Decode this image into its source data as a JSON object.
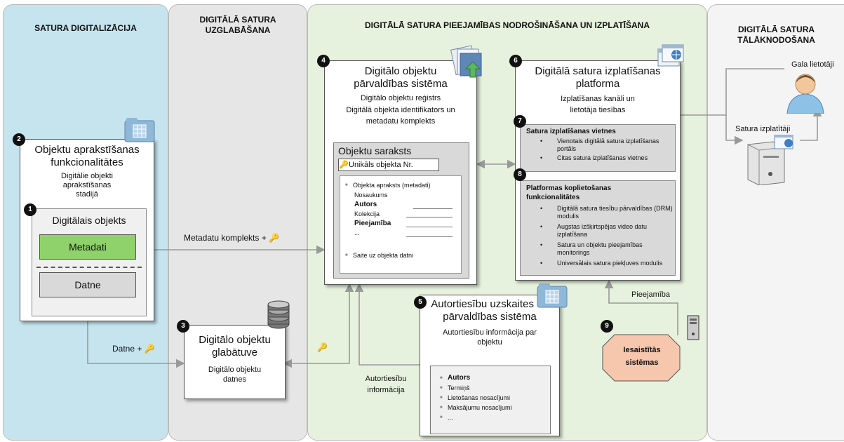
{
  "lanes": {
    "digitization": "SATURA DIGITALIZĀCIJA",
    "storage": "DIGITĀLĀ SATURA UZGLABĀŠANA",
    "access": "DIGITĀLĀ SATURA PIEEJAMĪBAS NODROŠINĀŠANA UN IZPLATĪŠANA",
    "reuse": "DIGITĀLĀ SATURA TĀLĀKNODOŠANA"
  },
  "colors": {
    "lane1": "#c5e4ee",
    "lane2": "#e6e6e6",
    "lane3": "#e6f2dd",
    "lane4": "#f4f4f4",
    "metadata": "#8fd16b",
    "gray": "#d9d9d9"
  },
  "box2": {
    "num": "2",
    "title": "Objektu aprakstīšanas funkcionalitātes",
    "sub": "Digitālie objekti aprakstīšanas stadijā"
  },
  "box1": {
    "num": "1",
    "title": "Digitālais objekts",
    "metadata": "Metadati",
    "file": "Datne"
  },
  "box3": {
    "num": "3",
    "title": "Digitālo objektu glabātuve",
    "sub": "Digitālo objektu datnes"
  },
  "box4": {
    "num": "4",
    "title": "Digitālo objektu pārvaldības sistēma",
    "sub1": "Digitālo objektu reģistrs",
    "sub2": "Digitālā objekta identifikators un metadatu komplekts",
    "list_title": "Objektu saraksts",
    "unique": "Unikāls objekta Nr.",
    "desc": "Objekta apraksts (metadati)",
    "fields": [
      "Nosaukums",
      "Autors",
      "Kolekcija",
      "Pieejamība",
      "..."
    ],
    "link": "Saite uz objekta datni"
  },
  "box5": {
    "num": "5",
    "title": "Autortiesību uzskaites un pārvaldības sistēma",
    "sub": "Autortiesību informācija par objektu",
    "items": [
      "Autors",
      "Termiņš",
      "Lietošanas nosacījumi",
      "Maksājumu nosacījumi",
      "..."
    ]
  },
  "box6": {
    "num": "6",
    "title": "Digitālā satura izplatīšanas platforma",
    "sub": "Izplatīšanas kanāli un lietotāja tiesības"
  },
  "box7": {
    "num": "7",
    "title": "Satura izplatīšanas vietnes",
    "items": [
      "Vienotais digitālā satura izplatīšanas portāls",
      "Citas satura izplatīšanas vietnes"
    ]
  },
  "box8": {
    "num": "8",
    "title": "Platformas koplietošanas funkcionalitātes",
    "items": [
      "Digitālā satura tiesību pārvaldības (DRM) modulis",
      "Augstas izšķirtspējas video datu izplatīšana",
      "Satura un objektu pieejamības monitorings",
      "Universālais satura piekļuves modulis"
    ]
  },
  "box9": {
    "num": "9",
    "title": "Iesaistītās sistēmas"
  },
  "labels": {
    "metadata_set": "Metadatu komplekts +",
    "file_plus": "Datne +",
    "copyright_info": "Autortiesību informācija",
    "access": "Pieejamība",
    "end_user": "Gala lietotāji",
    "distributors": "Satura izplatītāji"
  }
}
